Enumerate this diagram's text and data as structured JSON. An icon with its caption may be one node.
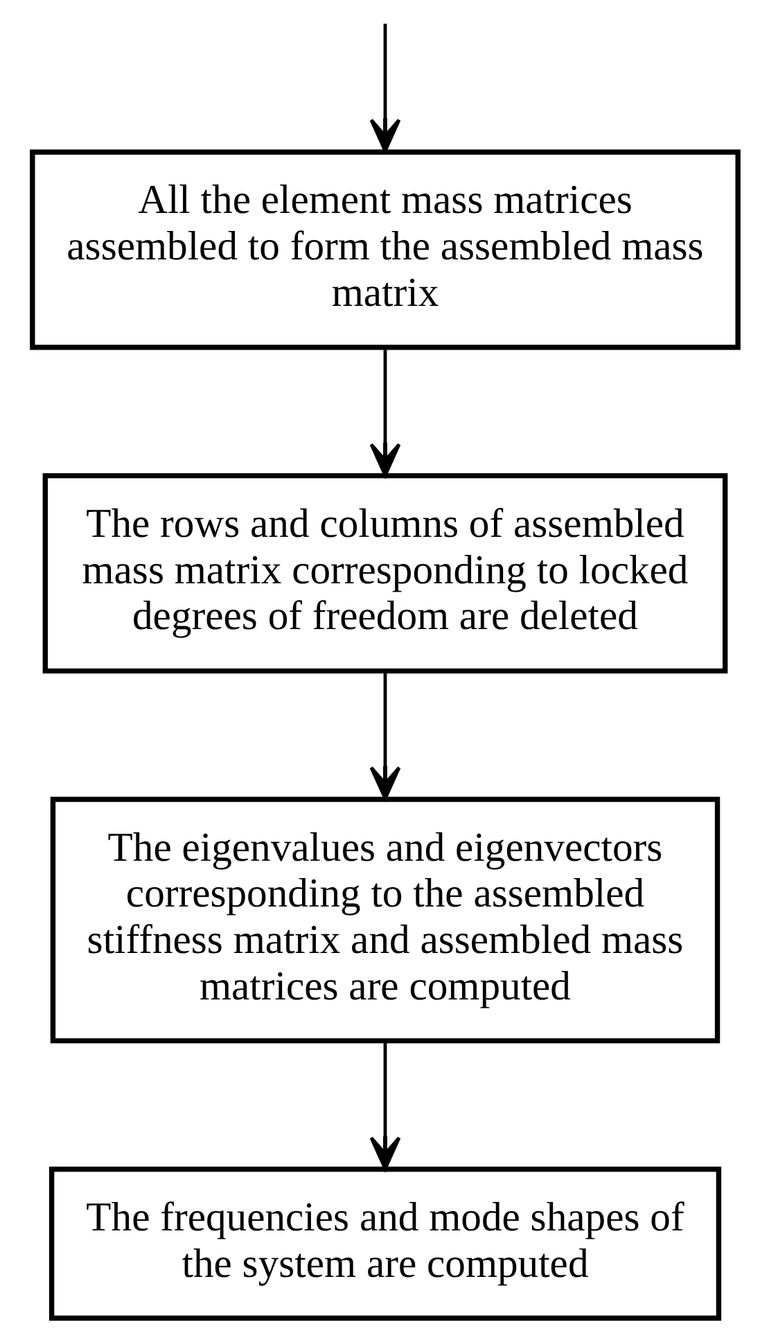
{
  "diagram": {
    "nodes": [
      {
        "text": [
          "All the element mass matrices assembled to form the assembled mass matrix"
        ]
      },
      {
        "text": [
          "The rows and columns of assembled mass matrix corresponding to locked degrees of freedom are deleted"
        ]
      },
      {
        "text": [
          "The eigenvalues and eigenvectors corresponding to the assembled stiffness matrix and assembled mass matrices are computed"
        ]
      },
      {
        "text": [
          "The frequencies and mode shapes of the system are computed"
        ]
      }
    ],
    "edges": [
      {
        "from": null,
        "to": 0,
        "arrow": "to"
      },
      {
        "from": 0,
        "to": 1,
        "arrow": "to"
      },
      {
        "from": 1,
        "to": 2,
        "arrow": "to"
      },
      {
        "from": 2,
        "to": 3,
        "arrow": "to"
      }
    ]
  }
}
